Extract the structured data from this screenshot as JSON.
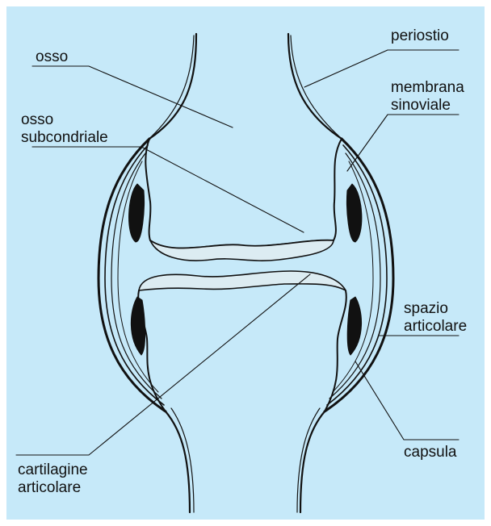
{
  "colors": {
    "background": "#c6e9f9",
    "ink": "#111111",
    "cartilage": "#dcecf2"
  },
  "labels": {
    "osso": "osso",
    "osso_subcondriale": [
      "osso",
      "subcondriale"
    ],
    "periostio": "periostio",
    "membrana_sinoviale": [
      "membrana",
      "sinoviale"
    ],
    "spazio_articolare": [
      "spazio",
      "articolare"
    ],
    "capsula": "capsula",
    "cartilagine_articolare": [
      "cartilagine",
      "articolare"
    ]
  }
}
